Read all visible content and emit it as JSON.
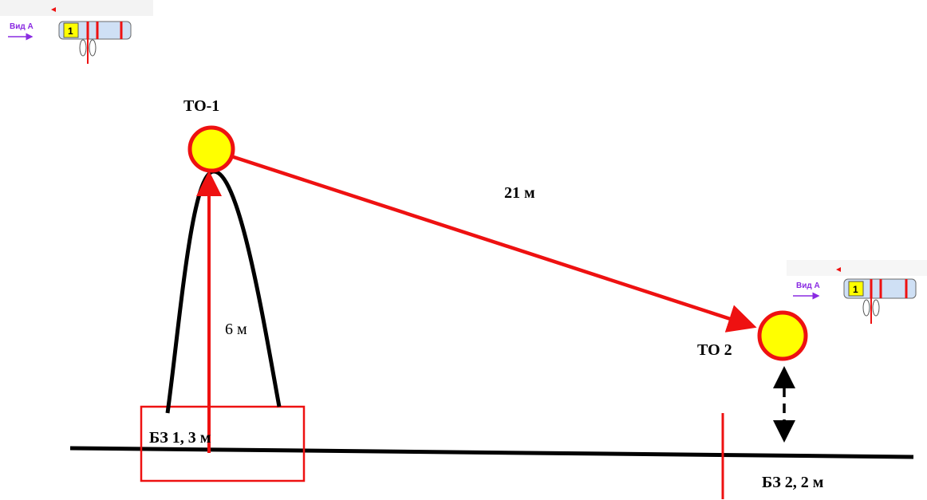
{
  "labels": {
    "to1": "ТО-1",
    "to2": "ТО 2",
    "distance_main": "21 м",
    "height": "6 м",
    "bz1": "БЗ 1, 3 м",
    "bz2": "БЗ 2, 2 м"
  },
  "view_widgets": [
    {
      "arrow_label": "Вид А",
      "badge": "1"
    },
    {
      "arrow_label": "Вид А",
      "badge": "1"
    }
  ],
  "colors": {
    "red": "#ee1111",
    "yellow": "#ffff00",
    "black": "#000000",
    "pipe_blue": "#cfe0f5",
    "purple": "#8a2be2"
  }
}
